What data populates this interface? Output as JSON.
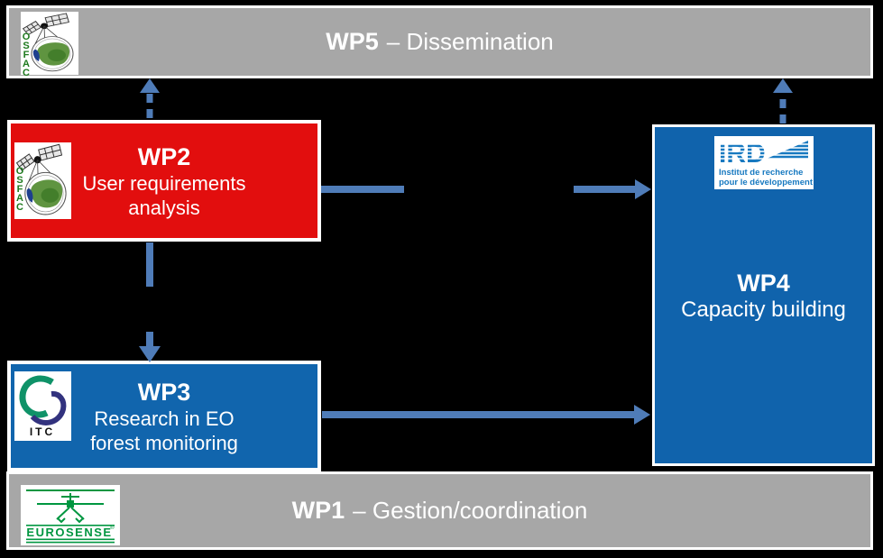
{
  "colors": {
    "background": "#000000",
    "bar_gray": "#a7a7a7",
    "wp2_red": "#e20e0e",
    "wp3_blue": "#1165ad",
    "wp4_blue": "#1063ac",
    "arrow_blue": "#4f7cb8",
    "osfac_green": "#1e7a1e",
    "itc_green": "#0f9268",
    "itc_navy": "#32327e",
    "ird_blue": "#1779c0",
    "eurosense_green": "#009640"
  },
  "bars": {
    "wp5": {
      "title_bold": "WP5",
      "title_rest": "– Dissemination"
    },
    "wp1": {
      "title_bold": "WP1",
      "title_rest": "– Gestion/coordination"
    }
  },
  "boxes": {
    "wp2": {
      "title": "WP2",
      "lines": [
        "User requirements",
        "analysis"
      ]
    },
    "wp3": {
      "title": "WP3",
      "lines": [
        "Research in EO",
        "forest monitoring"
      ]
    },
    "wp4": {
      "title": "WP4",
      "lines": [
        "Capacity building"
      ]
    }
  },
  "logos": {
    "osfac": {
      "text": "OSFAC"
    },
    "itc": {
      "text": "ITC"
    },
    "ird": {
      "text": "IRD",
      "line1": "Institut de recherche",
      "line2": "pour le développement"
    },
    "eurosense": {
      "text": "EUROSENSE",
      "reg": "®"
    }
  },
  "arrows": [
    {
      "from": "WP2",
      "to": "WP5",
      "style": "dashed"
    },
    {
      "from": "WP4",
      "to": "WP5",
      "style": "dashed"
    },
    {
      "from": "WP2",
      "to": "WP3",
      "style": "long-dash"
    },
    {
      "from": "WP2",
      "to": "WP4",
      "style": "long-dash"
    },
    {
      "from": "WP3",
      "to": "WP4",
      "style": "solid"
    }
  ]
}
